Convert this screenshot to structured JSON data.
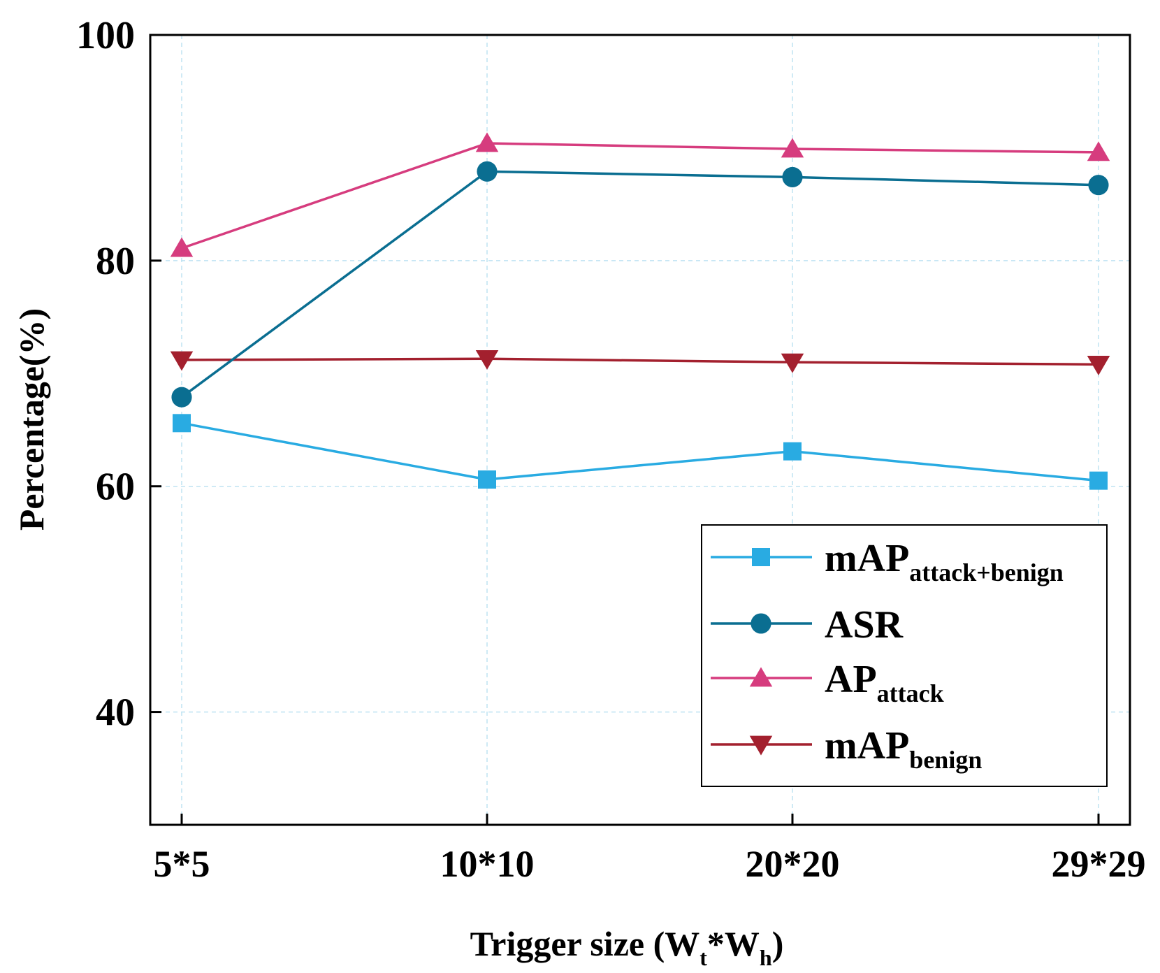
{
  "chart_data": {
    "type": "line",
    "categories": [
      "5*5",
      "10*10",
      "20*20",
      "29*29"
    ],
    "ylim": [
      30,
      100
    ],
    "yticks": [
      "40",
      "60",
      "80",
      "100"
    ],
    "grid": true,
    "legend_position": "bottom-right",
    "xlabel": {
      "main": "Trigger size (W",
      "sub1": "t",
      "mid": "*W",
      "sub2": "h",
      "end": ")"
    },
    "ylabel": "Percentage(%)",
    "series": [
      {
        "name": "mAP",
        "name_sub": "attack+benign",
        "color": "#29abe2",
        "marker": "square",
        "values": [
          65.6,
          60.6,
          63.1,
          60.5
        ]
      },
      {
        "name": "ASR",
        "name_sub": "",
        "color": "#0a6e91",
        "marker": "circle",
        "values": [
          67.9,
          87.9,
          87.4,
          86.7
        ]
      },
      {
        "name": "AP",
        "name_sub": "attack",
        "color": "#d63c7e",
        "marker": "triangle-up",
        "values": [
          81.1,
          90.4,
          89.9,
          89.6
        ]
      },
      {
        "name": "mAP",
        "name_sub": "benign",
        "color": "#a3202e",
        "marker": "triangle-down",
        "values": [
          71.2,
          71.3,
          71.0,
          70.8
        ]
      }
    ]
  }
}
